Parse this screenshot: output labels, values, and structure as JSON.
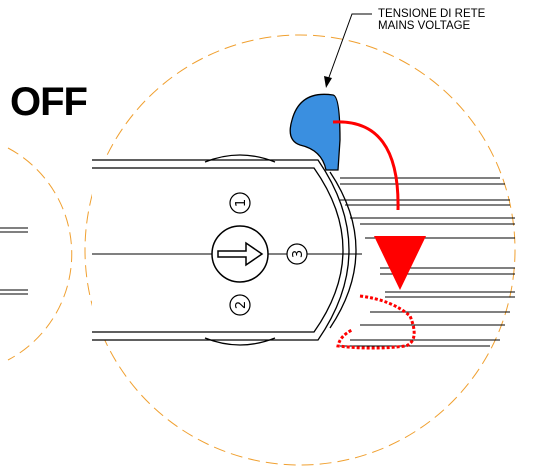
{
  "state_label": "OFF",
  "callout": {
    "line1": "TENSIONE DI RETE",
    "line2": "MAINS VOLTAGE"
  },
  "markers": [
    "1",
    "2",
    "3"
  ],
  "colors": {
    "contact": "#3a8fe0",
    "arrow": "#ff0000",
    "guide_circle": "#f0a030",
    "line": "#000000"
  },
  "icons": {
    "direction": "right-arrow-icon",
    "motion": "down-arrow-icon"
  }
}
